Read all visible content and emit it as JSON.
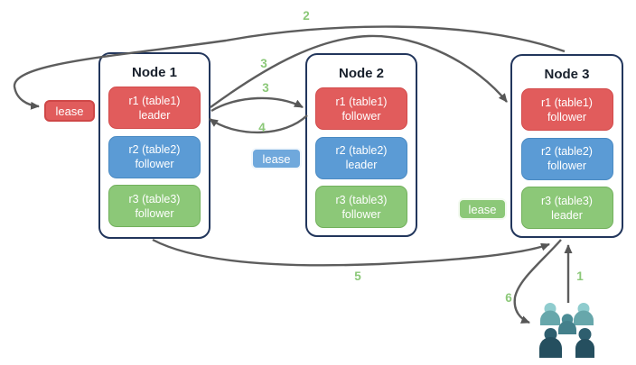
{
  "nodes": [
    {
      "name": "Node 1",
      "replicas": [
        {
          "label": "r1 (table1)",
          "role": "leader"
        },
        {
          "label": "r2 (table2)",
          "role": "follower"
        },
        {
          "label": "r3 (table3)",
          "role": "follower"
        }
      ]
    },
    {
      "name": "Node 2",
      "replicas": [
        {
          "label": "r1 (table1)",
          "role": "follower"
        },
        {
          "label": "r2 (table2)",
          "role": "leader"
        },
        {
          "label": "r3 (table3)",
          "role": "follower"
        }
      ]
    },
    {
      "name": "Node 3",
      "replicas": [
        {
          "label": "r1 (table1)",
          "role": "follower"
        },
        {
          "label": "r2 (table2)",
          "role": "follower"
        },
        {
          "label": "r3 (table3)",
          "role": "leader"
        }
      ]
    }
  ],
  "leases": [
    {
      "label": "lease",
      "color": "#e15c5c"
    },
    {
      "label": "lease",
      "color": "#6fa8dc"
    },
    {
      "label": "lease",
      "color": "#8cc878"
    }
  ],
  "steps": [
    "1",
    "2",
    "3",
    "3",
    "4",
    "5",
    "6"
  ],
  "icons": {
    "users": "users-group-icon"
  },
  "colors": {
    "red": "#e15c5c",
    "blue": "#5b9bd5",
    "green": "#8cc878",
    "arrow": "#5d5d5d",
    "step_label": "#8bc878",
    "node_border": "#22365c"
  }
}
